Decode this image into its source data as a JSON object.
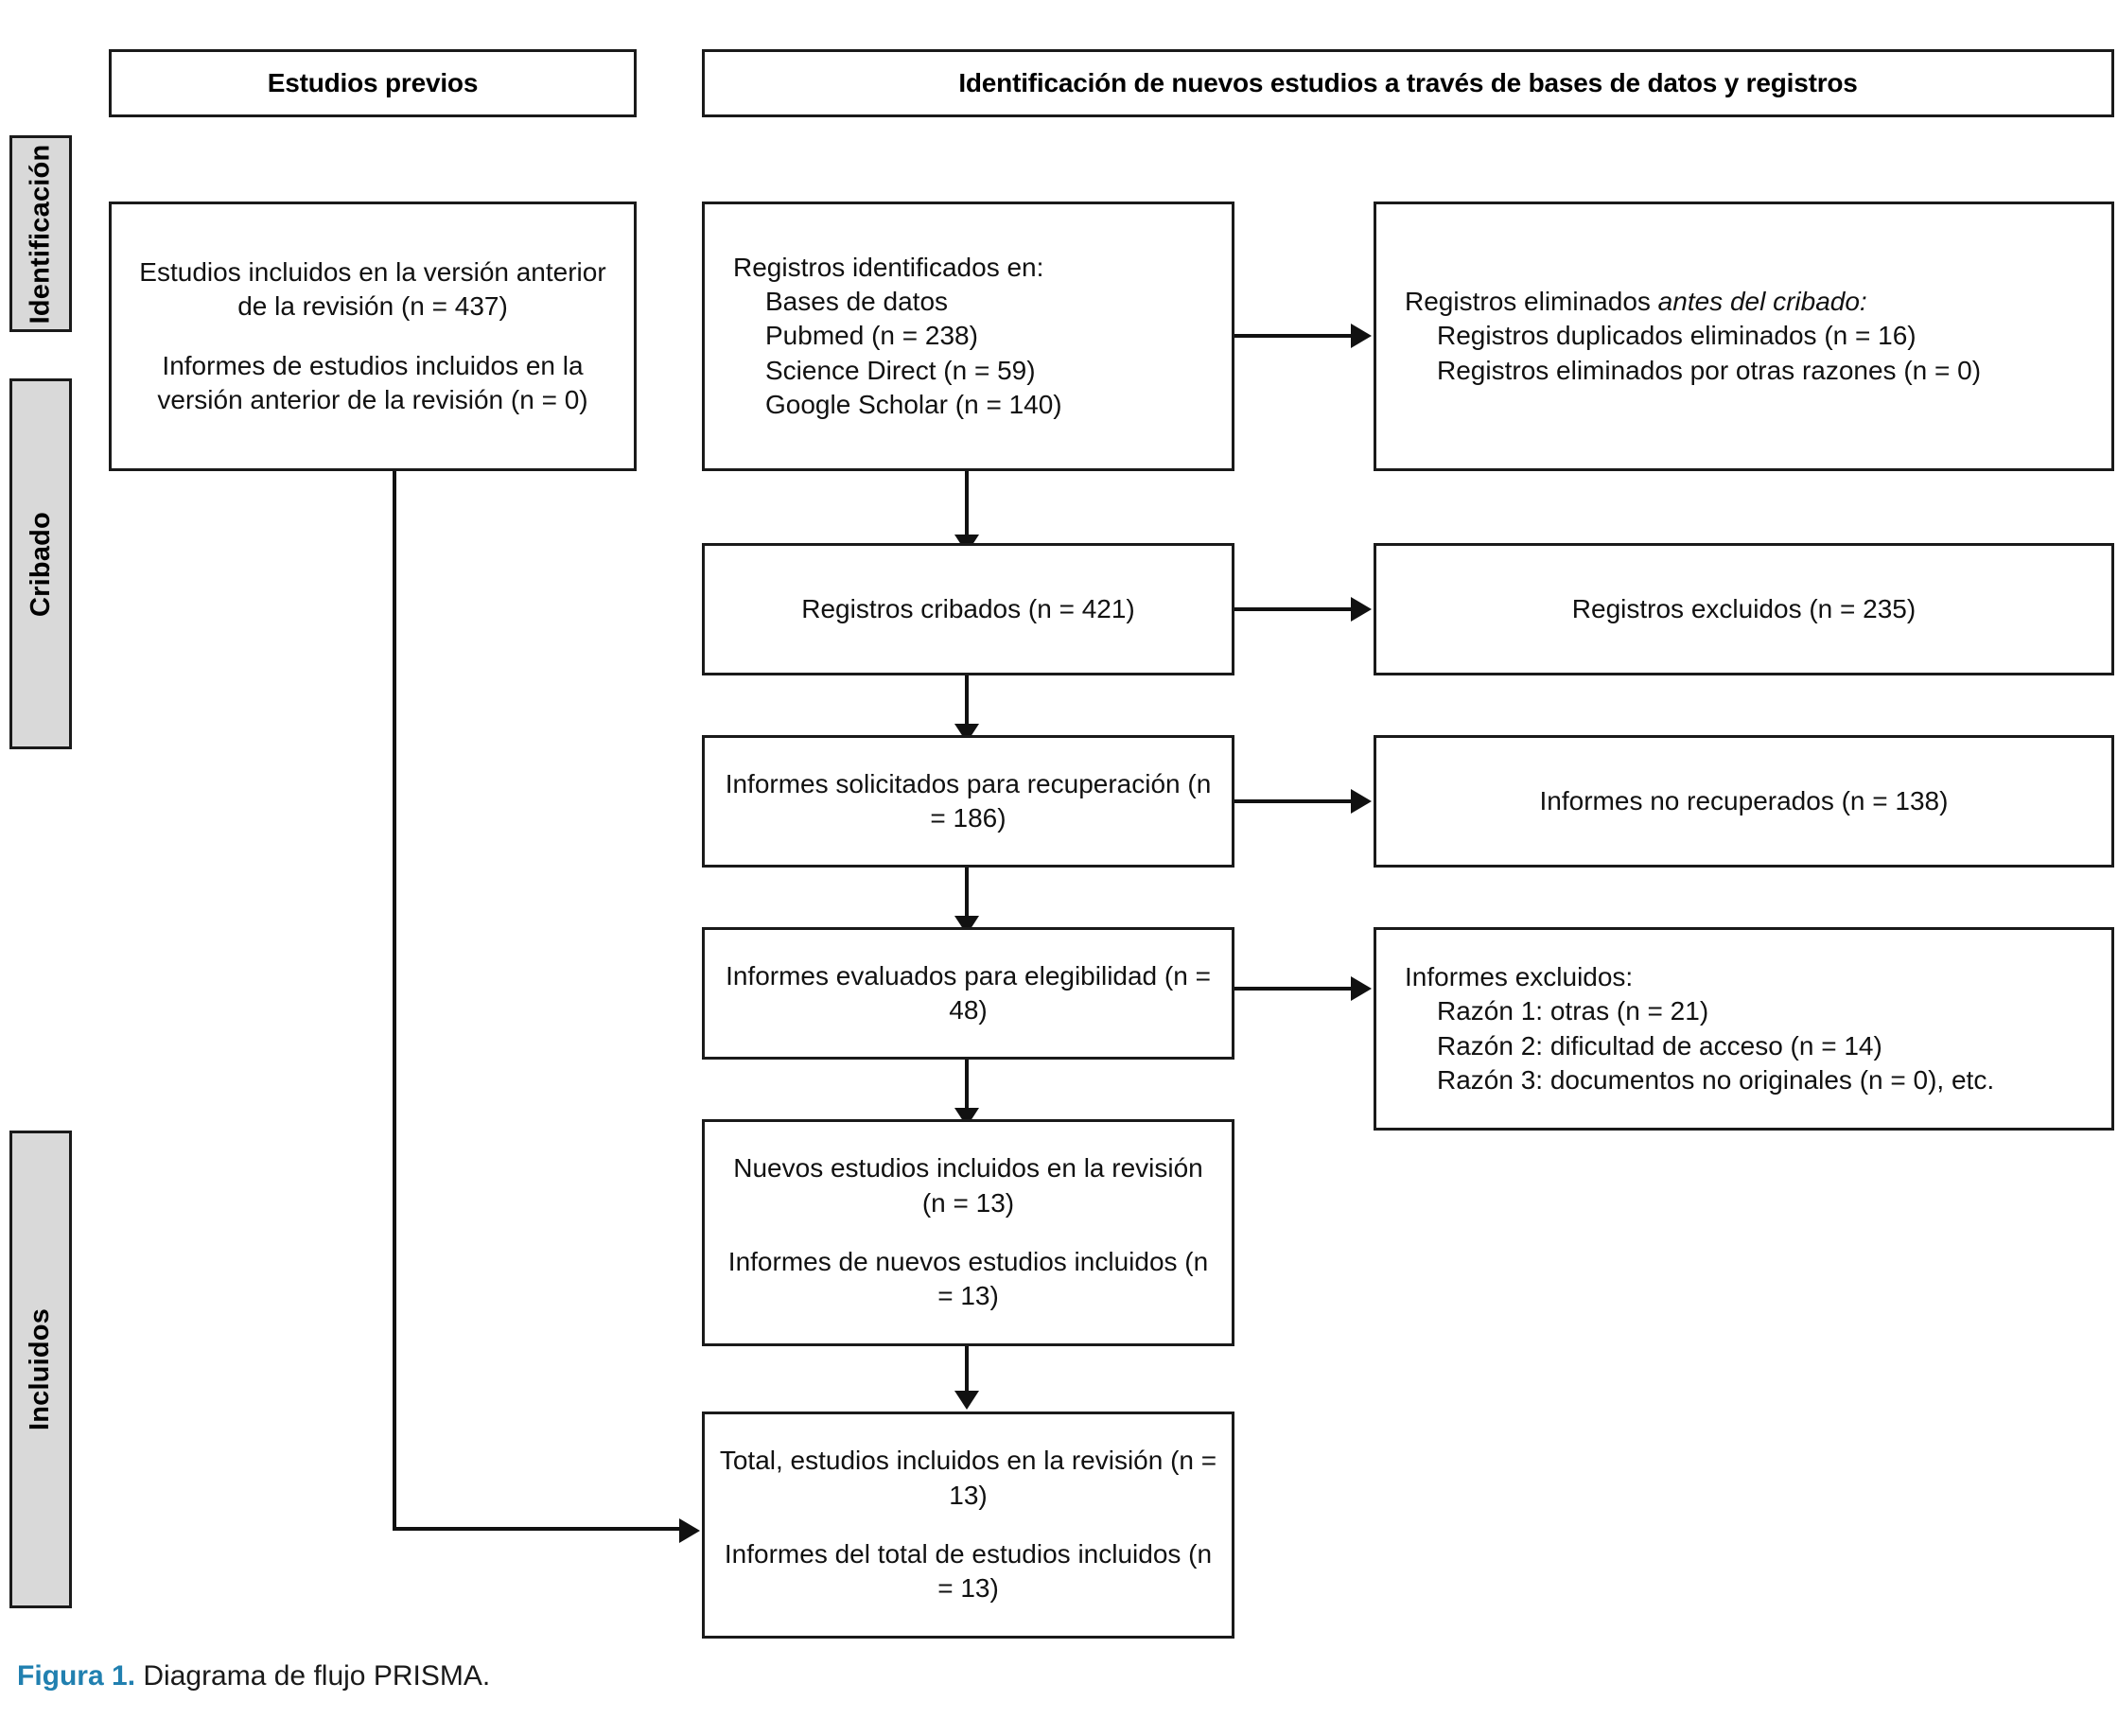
{
  "figure": {
    "caption_label": "Figura 1.",
    "caption_text": " Diagrama de flujo PRISMA.",
    "accent_color": "#2180b0"
  },
  "stages": [
    {
      "id": "identificacion",
      "label": "Identificación"
    },
    {
      "id": "cribado",
      "label": "Cribado"
    },
    {
      "id": "incluidos",
      "label": "Incluidos"
    }
  ],
  "headers": {
    "previous_studies": "Estudios previos",
    "new_identification": "Identificación de nuevos estudios a través de bases de datos y registros"
  },
  "boxes": {
    "previous_included": {
      "line1": "Estudios incluidos en la versión anterior de la revisión (n = 437)",
      "line2": "Informes de estudios incluidos en la versión anterior de la revisión (n = 0)"
    },
    "records_identified": {
      "head": "Registros identificados en:",
      "items": [
        "Bases de datos",
        "Pubmed (n = 238)",
        "Science Direct (n = 59)",
        "Google Scholar (n = 140)"
      ]
    },
    "records_removed": {
      "head_plain": "Registros eliminados ",
      "head_italic": "antes del cribado:",
      "items": [
        "Registros duplicados eliminados (n = 16)",
        "Registros eliminados por otras razones (n = 0)"
      ]
    },
    "records_screened": {
      "text": "Registros cribados (n = 421)"
    },
    "records_excluded": {
      "text": "Registros excluidos (n = 235)"
    },
    "reports_sought": {
      "text": "Informes solicitados para recuperación (n = 186)"
    },
    "reports_not_retrieved": {
      "text": "Informes no recuperados (n = 138)"
    },
    "reports_assessed": {
      "text": "Informes evaluados para elegibilidad (n = 48)"
    },
    "reports_excluded": {
      "head": "Informes excluidos:",
      "items": [
        "Razón 1: otras (n = 21)",
        "Razón 2: dificultad de acceso (n = 14)",
        "Razón 3: documentos no originales (n = 0), etc."
      ]
    },
    "new_included": {
      "line1": "Nuevos estudios incluidos en la revisión (n = 13)",
      "line2": "Informes de nuevos estudios incluidos (n = 13)"
    },
    "total_included": {
      "line1": "Total, estudios incluidos en la revisión (n = 13)",
      "line2": "Informes del total de estudios incluidos (n = 13)"
    }
  }
}
